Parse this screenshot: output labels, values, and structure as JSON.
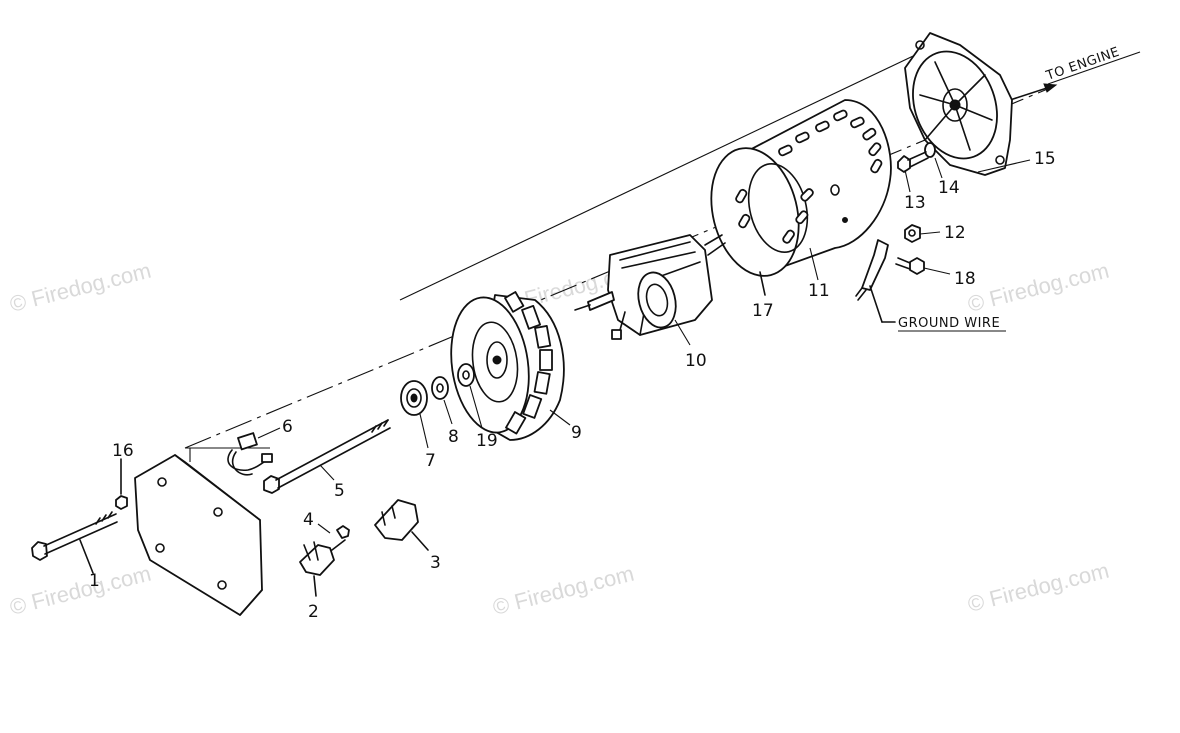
{
  "diagram": {
    "callouts": [
      "1",
      "2",
      "3",
      "4",
      "5",
      "6",
      "7",
      "8",
      "9",
      "10",
      "11",
      "12",
      "13",
      "14",
      "15",
      "16",
      "17",
      "18",
      "19"
    ],
    "labels": {
      "to_engine": "TO ENGINE",
      "ground_wire": "GROUND WIRE"
    },
    "watermark": "© Firedog.com"
  }
}
